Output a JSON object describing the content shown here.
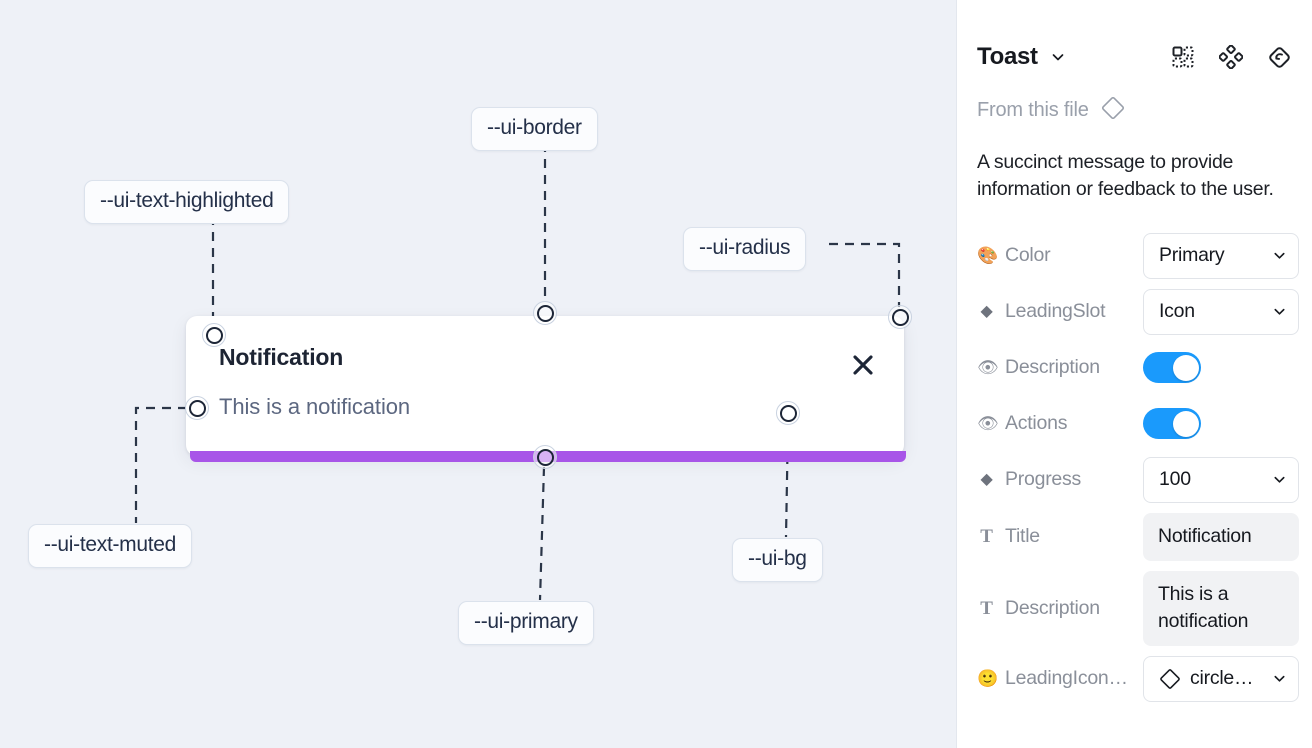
{
  "canvas": {
    "tokens": [
      {
        "id": "ui-text-highlighted",
        "label": "--ui-text-highlighted"
      },
      {
        "id": "ui-border",
        "label": "--ui-border"
      },
      {
        "id": "ui-radius",
        "label": "--ui-radius"
      },
      {
        "id": "ui-text-muted",
        "label": "--ui-text-muted"
      },
      {
        "id": "ui-primary",
        "label": "--ui-primary"
      },
      {
        "id": "ui-bg",
        "label": "--ui-bg"
      }
    ],
    "toast": {
      "title": "Notification",
      "description": "This is a notification",
      "close_label": "Close",
      "progress_color": "#a855e8",
      "background": "#ffffff"
    },
    "background_color": "#eef1f7",
    "connector_color": "#2b3648"
  },
  "panel": {
    "title": "Toast",
    "from_file_label": "From this file",
    "component_description": "A succinct message to provide information or feedback to the user.",
    "header_icons": [
      {
        "name": "variants-icon",
        "title": "Variants"
      },
      {
        "name": "component-icon",
        "title": "Component"
      },
      {
        "name": "reset-instance-icon",
        "title": "Reset instance"
      }
    ],
    "properties": [
      {
        "name": "color",
        "icon": "palette-emoji",
        "icon_glyph": "🎨",
        "label": "Color",
        "control": "select",
        "value": "Primary"
      },
      {
        "name": "leading-slot",
        "icon": "diamond-icon",
        "icon_glyph": "◆",
        "label": "LeadingSlot",
        "control": "select",
        "value": "Icon"
      },
      {
        "name": "description",
        "icon": "eye-emoji",
        "icon_glyph": "👁",
        "label": "Description",
        "control": "toggle",
        "value": "on"
      },
      {
        "name": "actions",
        "icon": "eye-emoji",
        "icon_glyph": "👁",
        "label": "Actions",
        "control": "toggle",
        "value": "on"
      },
      {
        "name": "progress",
        "icon": "diamond-icon",
        "icon_glyph": "◆",
        "label": "Progress",
        "control": "select",
        "value": "100"
      },
      {
        "name": "title",
        "icon": "text-icon",
        "icon_glyph": "T",
        "label": "Title",
        "control": "text",
        "value": "Notification"
      },
      {
        "name": "description-text",
        "icon": "text-icon",
        "icon_glyph": "T",
        "label": "Description",
        "control": "text",
        "value": "This is a notification"
      },
      {
        "name": "leading-icon",
        "icon": "smiley-emoji",
        "icon_glyph": "🙂",
        "label": "LeadingIcon…",
        "control": "select-icon",
        "value": "circle…"
      }
    ],
    "accent_color": "#1a9afc"
  }
}
